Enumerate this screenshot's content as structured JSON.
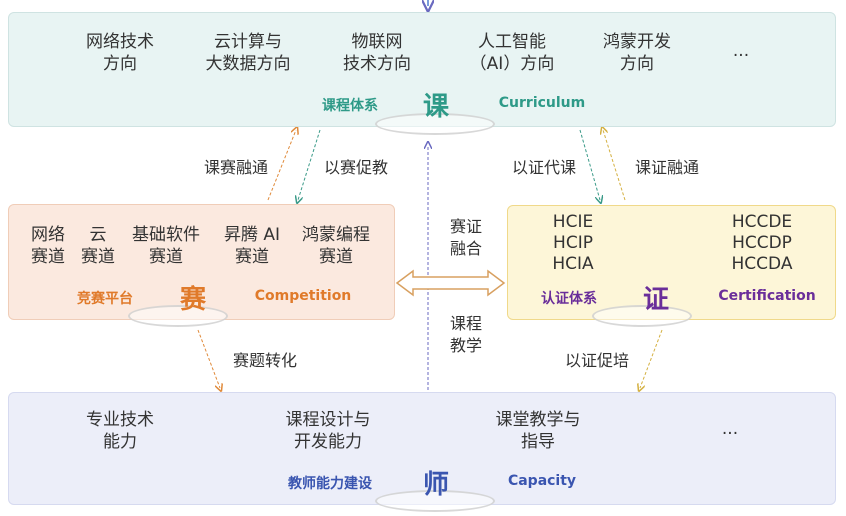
{
  "curriculum": {
    "items": [
      "网络技术\n方向",
      "云计算与\n大数据方向",
      "物联网\n技术方向",
      "人工智能\n（AI）方向",
      "鸿蒙开发\n方向",
      "..."
    ],
    "label_cn": "课程体系",
    "char": "课",
    "label_en": "Curriculum",
    "color": "#2e9a88"
  },
  "competition": {
    "items": [
      "网络\n赛道",
      "云\n赛道",
      "基础软件\n赛道",
      "昇腾 AI\n赛道",
      "鸿蒙编程\n赛道"
    ],
    "label_cn": "竞赛平台",
    "char": "赛",
    "label_en": "Competition",
    "color": "#e07a2a"
  },
  "certification": {
    "left": [
      "HCIE",
      "HCIP",
      "HCIA"
    ],
    "right": [
      "HCCDE",
      "HCCDP",
      "HCCDA"
    ],
    "label_cn": "认证体系",
    "char": "证",
    "label_en": "Certification",
    "color": "#6a2e9a"
  },
  "teacher": {
    "items": [
      "专业技术\n能力",
      "课程设计与\n开发能力",
      "课堂教学与\n指导",
      "..."
    ],
    "label_cn": "教师能力建设",
    "char": "师",
    "label_en": "Capacity",
    "color": "#3a55b0"
  },
  "links": {
    "course_comp": "课赛融通",
    "comp_teach": "以赛促教",
    "cert_course": "以证代课",
    "course_cert": "课证融通",
    "comp_cert": "赛证\n融合",
    "course_teach": "课程\n教学",
    "comp_transform": "赛题转化",
    "cert_train": "以证促培"
  }
}
